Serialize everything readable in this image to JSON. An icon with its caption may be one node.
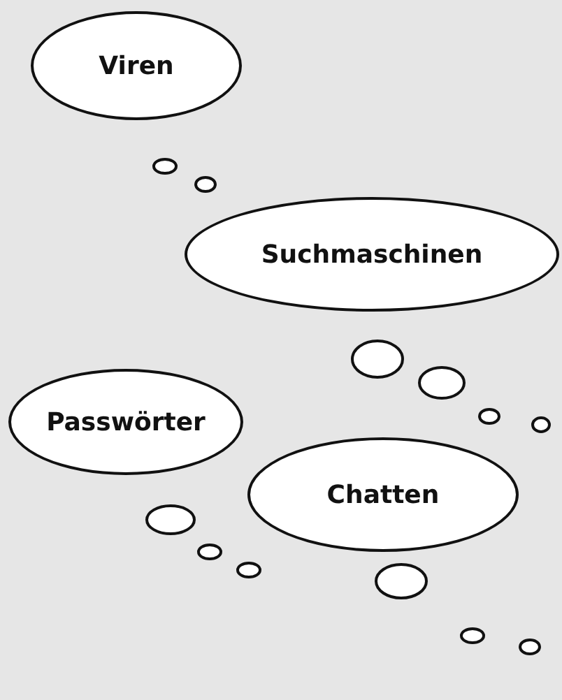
{
  "diagram": {
    "nodes": [
      {
        "text": [
          "Viren"
        ]
      },
      {
        "text": [
          "Suchmaschinen"
        ]
      },
      {
        "text": [
          "Passwörter"
        ]
      },
      {
        "text": [
          "Chatten"
        ]
      }
    ]
  }
}
